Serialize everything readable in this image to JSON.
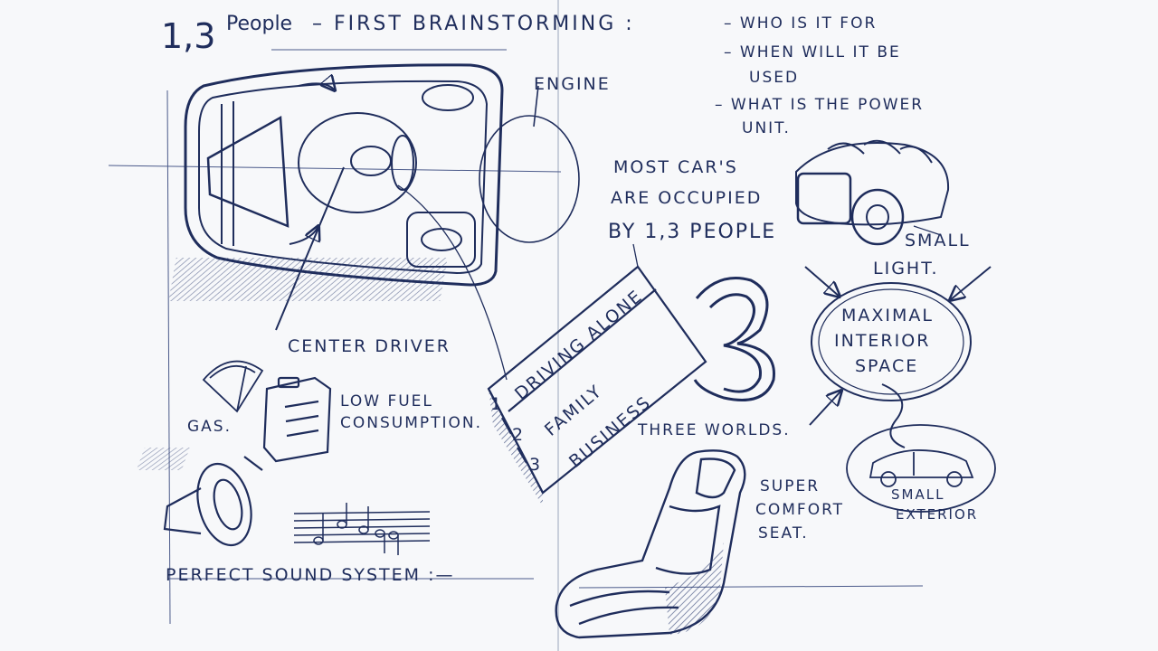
{
  "title": {
    "prefix": "1,3",
    "people": "People",
    "rest": "– First Brainstorming :"
  },
  "questions": [
    "– Who is it for",
    "– When will it be",
    "used",
    "– What is the Power",
    "unit."
  ],
  "labels": {
    "engine": "Engine",
    "center_driver": "Center Driver",
    "most_cars_1": "Most Car's",
    "most_cars_2": "Are Occupied",
    "most_cars_3": "By 1,3 People",
    "small_light_1": "Small",
    "small_light_2": "Light.",
    "maximal_1": "Maximal",
    "maximal_2": "Interior",
    "maximal_3": "Space",
    "gas": "Gas.",
    "low_fuel_1": "Low Fuel",
    "low_fuel_2": "Consumption.",
    "three_worlds": "Three Worlds.",
    "small_exterior_1": "Small",
    "small_exterior_2": "Exterior",
    "super_comfort_1": "Super",
    "super_comfort_2": "Comfort",
    "super_comfort_3": "Seat.",
    "perfect_sound": "Perfect Sound System :—",
    "big_number": "3"
  },
  "worlds_list": [
    {
      "num": "1",
      "text": "Driving Alone"
    },
    {
      "num": "2",
      "text": "Family"
    },
    {
      "num": "3",
      "text": "Business"
    }
  ],
  "colors": {
    "ink": "#1f2d5c",
    "ink_light": "#6f7da6",
    "paper": "#f7f8fa"
  },
  "icons": [
    "car-top-view-sketch",
    "engine-sketch",
    "gas-gauge-icon",
    "fuel-can-icon",
    "speaker-icon",
    "music-notes-icon",
    "seat-sketch",
    "small-car-icon",
    "number-three-icon"
  ]
}
